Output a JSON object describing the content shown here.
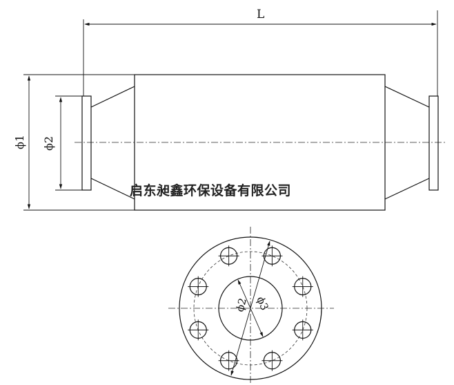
{
  "labels": {
    "length": "L",
    "dia1": "ϕ1",
    "dia2": "ϕ2",
    "flange_dia2": "ϕ2",
    "flange_dia3": "ϕ3"
  },
  "watermark": "启东昶鑫环保设备有限公司"
}
